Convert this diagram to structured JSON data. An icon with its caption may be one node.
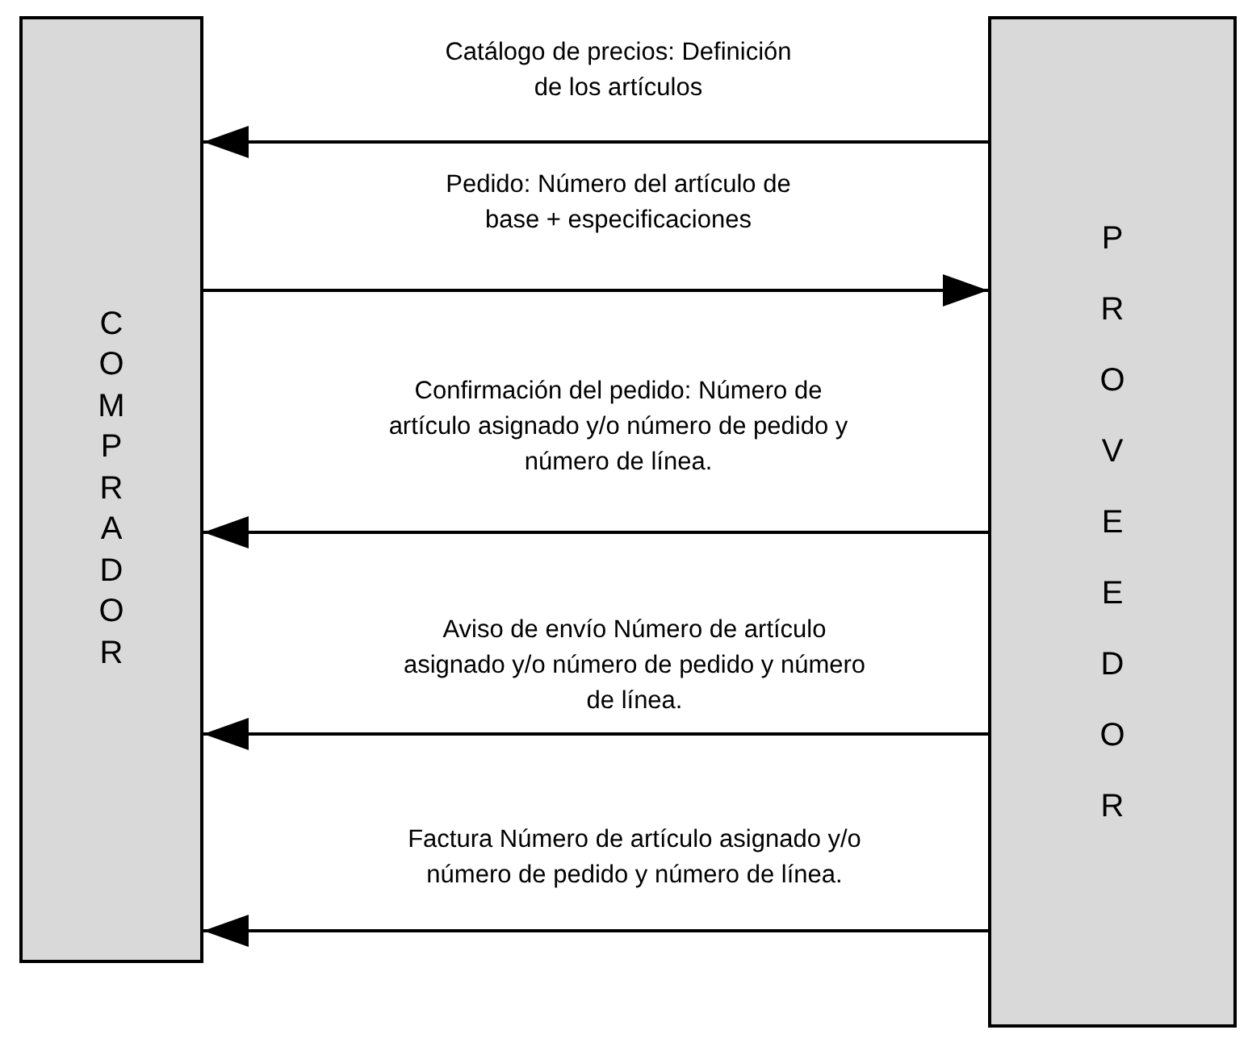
{
  "diagram": {
    "nodes": [
      {
        "text": [
          "COMPRADOR"
        ]
      },
      {
        "text": [
          "PROVEEDOR"
        ]
      }
    ],
    "edges": [
      {
        "from": 1,
        "to": 0,
        "arrow": "to",
        "label": "Catálogo de precios: Definición de los artículos"
      },
      {
        "from": 0,
        "to": 1,
        "arrow": "to",
        "label": "Pedido: Número del artículo de base + especificaciones"
      },
      {
        "from": 1,
        "to": 0,
        "arrow": "to",
        "label": "Confirmación del pedido: Número de artículo asignado y/o número de pedido y número de línea."
      },
      {
        "from": 1,
        "to": 0,
        "arrow": "to",
        "label": "Aviso de envío Número de artículo asignado y/o número de pedido y número de línea."
      },
      {
        "from": 1,
        "to": 0,
        "arrow": "to",
        "label": "Factura Número de artículo asignado y/o número de pedido y número de línea."
      }
    ]
  }
}
